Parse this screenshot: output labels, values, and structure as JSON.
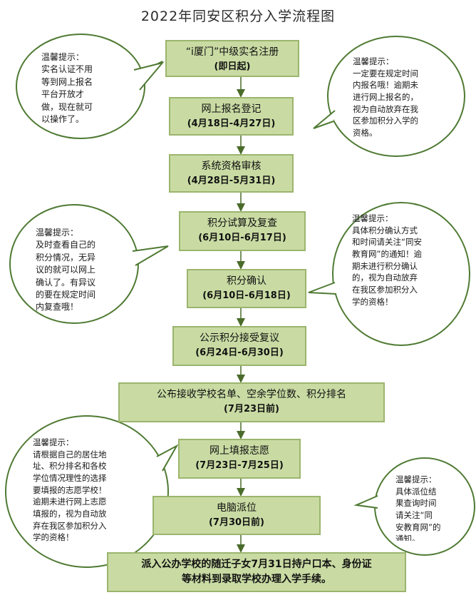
{
  "title": "2022年同安区积分入学流程图",
  "colors": {
    "box_fill": "#c9dba3",
    "box_border": "#9bb56e",
    "bubble_stroke": "#4f7a33",
    "arrow": "#4a6b2a"
  },
  "steps": [
    {
      "line1": "“i厦门”中级实名注册",
      "line2": "(即日起)"
    },
    {
      "line1": "网上报名登记",
      "line2": "(4月18日-4月27日)"
    },
    {
      "line1": "系统资格审核",
      "line2": "(4月28日-5月31日)"
    },
    {
      "line1": "积分试算及复查",
      "line2": "(6月10日-6月17日)"
    },
    {
      "line1": "积分确认",
      "line2": "(6月10日-6月18日)"
    },
    {
      "line1": "公示积分接受复议",
      "line2": "(6月24日-6月30日)"
    },
    {
      "line1": "公布接收学校名单、空余学位数、积分排名",
      "line2": "(7月23日前)"
    },
    {
      "line1": "网上填报志愿",
      "line2": "(7月23日-7月25日)"
    },
    {
      "line1": "电脑派位",
      "line2": "(7月30日前)"
    },
    {
      "line1": "派入公办学校的随迁子女7月31日持户口本、身份证",
      "line2": "等材料到录取学校办理入学手续。"
    }
  ],
  "tips": [
    {
      "text": "温馨提示：\n实名认证不用\n等到网上报名\n平台开放才\n做，现在就可\n以操作了。"
    },
    {
      "text": "温馨提示：\n一定要在规定时间\n内报名哦！逾期未\n进行网上报名的，\n视为自动放弃在我\n区参加积分入学的\n资格。"
    },
    {
      "text": "温馨提示：\n及时查看自己的\n积分情况，无异\n议的就可以网上\n确认了。有异议\n的要在规定时间\n内复查哦！"
    },
    {
      "text": "温馨提示：\n具体积分确认方式\n和时间请关注“同安\n教育网”的通知！逾\n期未进行积分确认\n的，视为自动放弃\n在我区参加积分入\n学的资格！"
    },
    {
      "text": "温馨提示：\n请根据自己的居住地\n址、积分排名和各校\n学位情况理性的选择\n要填报的志愿学校！\n逾期未进行网上志愿\n填报的，视为自动放\n弃在我区参加积分入\n学的资格！"
    },
    {
      "text": "温馨提示：\n具体派位结\n果查询时间\n请关注“同\n安教育网”的\n通知。"
    }
  ]
}
